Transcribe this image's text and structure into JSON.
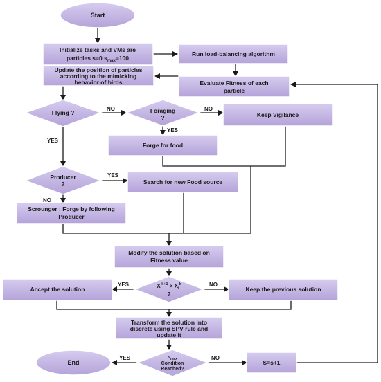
{
  "colors": {
    "fill": "#b9a9dd",
    "fill_light": "#d9cff0",
    "stroke": "#ffffff",
    "line": "#1a1a1a"
  },
  "nodes": {
    "start": "Start",
    "init_line1": "Initialize tasks and VMs are",
    "init_line2": "particles s=0 s",
    "init_sub": "max",
    "init_tail": "=100",
    "run_lb": "Run load-balancing algorithm",
    "update_line1": "Update the position of particles",
    "update_line2": "according to the mimicking",
    "update_line3": "behavior of birds",
    "eval_line1": "Evaluate Fitness of each",
    "eval_line2": "particle",
    "flying": "Flying ?",
    "foraging_line1": "Foraging",
    "foraging_line2": "?",
    "keep_vigilance": "Keep Vigilance",
    "forge_food": "Forge for food",
    "producer_line1": "Producer",
    "producer_line2": "?",
    "search_food": "Search for new Food source",
    "scrounger_line1": "Scrounger : Forge by following",
    "scrounger_line2": "Producer",
    "modify_line1": "Modify the solution based on",
    "modify_line2": "Fitness value",
    "compare_x1": "X",
    "compare_sup1": "k+1",
    "compare_sub1": "i",
    "compare_op": ">",
    "compare_x2": "X",
    "compare_sup2": "k",
    "compare_sub2": "i",
    "compare_q": "?",
    "accept": "Accept the solution",
    "keep_prev": "Keep the previous solution",
    "transform_line1": "Transform the solution into",
    "transform_line2": "discrete using SPV rule and",
    "transform_line3": "update it",
    "smax_s": "s",
    "smax_sub": "max",
    "smax_line2": "Condition",
    "smax_line3": "Reached?",
    "increment": "S=s+1",
    "end": "End"
  },
  "edge_labels": {
    "flying_no": "NO",
    "flying_yes": "YES",
    "foraging_no": "NO",
    "foraging_yes": "YES",
    "producer_yes": "YES",
    "producer_no": "NO",
    "compare_yes": "YES",
    "compare_no": "NO",
    "smax_yes": "YES",
    "smax_no": "NO"
  }
}
